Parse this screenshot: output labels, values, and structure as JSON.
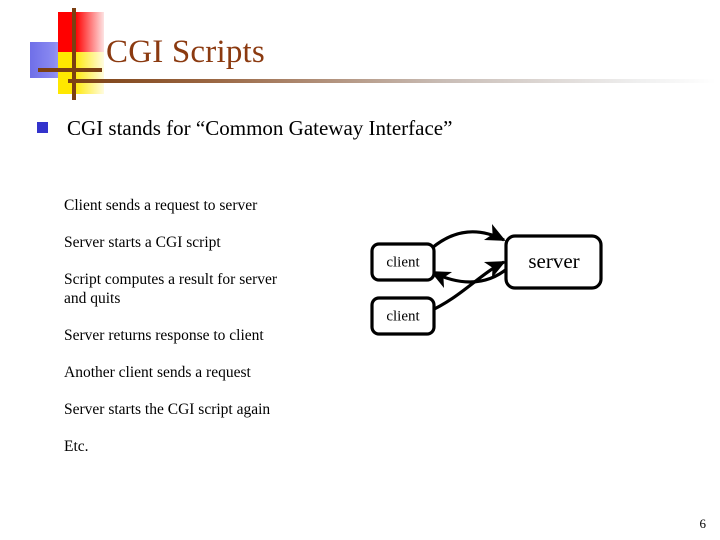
{
  "slide": {
    "title": "CGI Scripts",
    "page_number": "6",
    "title_color": "#8b3a10",
    "bullet_color": "#3333cc",
    "rule_color": "#7b3f12"
  },
  "bullet": {
    "marker": "square-bullet",
    "text": "CGI stands for “Common Gateway Interface”"
  },
  "body": {
    "lines": [
      "Client sends a request to server",
      "Server starts a CGI script",
      "Script computes a result for server\nand quits",
      "Server returns response to client",
      "Another client sends a request",
      "Server starts the CGI script again",
      "Etc."
    ]
  },
  "diagram": {
    "nodes": {
      "client_top": "client",
      "client_bottom": "client",
      "server": "server"
    },
    "arrows": [
      "client-top-to-server",
      "server-to-client-top",
      "client-bottom-to-server"
    ]
  }
}
